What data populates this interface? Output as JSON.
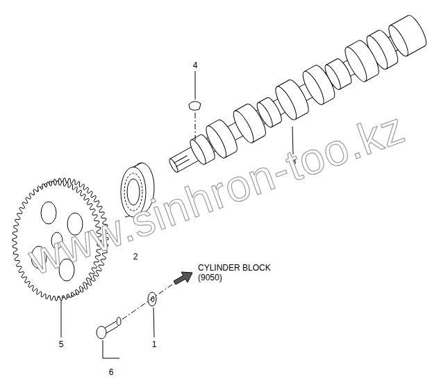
{
  "diagram": {
    "labels": [
      "4",
      "3",
      "www.sinhron-too.kz",
      "2",
      "CYLINDER BLOCK (9050)",
      "5",
      "1",
      "6"
    ]
  }
}
